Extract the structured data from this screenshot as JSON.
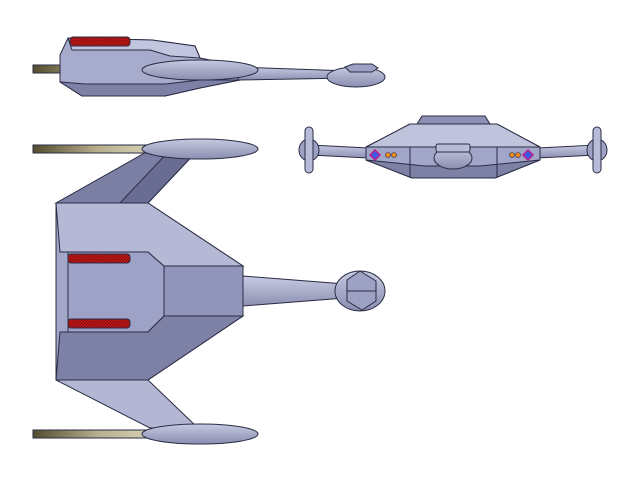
{
  "diagram": {
    "views": [
      "side-view",
      "front-view",
      "top-view"
    ]
  },
  "colors": {
    "hull_light": "#b8bcd8",
    "hull_mid": "#9da1c4",
    "hull_dark": "#6c7096",
    "hull_darker": "#5a5e82",
    "wing_top": "#b3b6d2",
    "wing_bottom": "#7e81a6",
    "outline": "#2a2c44",
    "barrel_light": "#c9c2a2",
    "barrel_dark": "#544c30",
    "grille_red": "#c01818",
    "light_orange": "#f08a1a",
    "light_blue": "#3a5ae8",
    "light_magenta": "#c0208a",
    "background": "#ffffff"
  }
}
